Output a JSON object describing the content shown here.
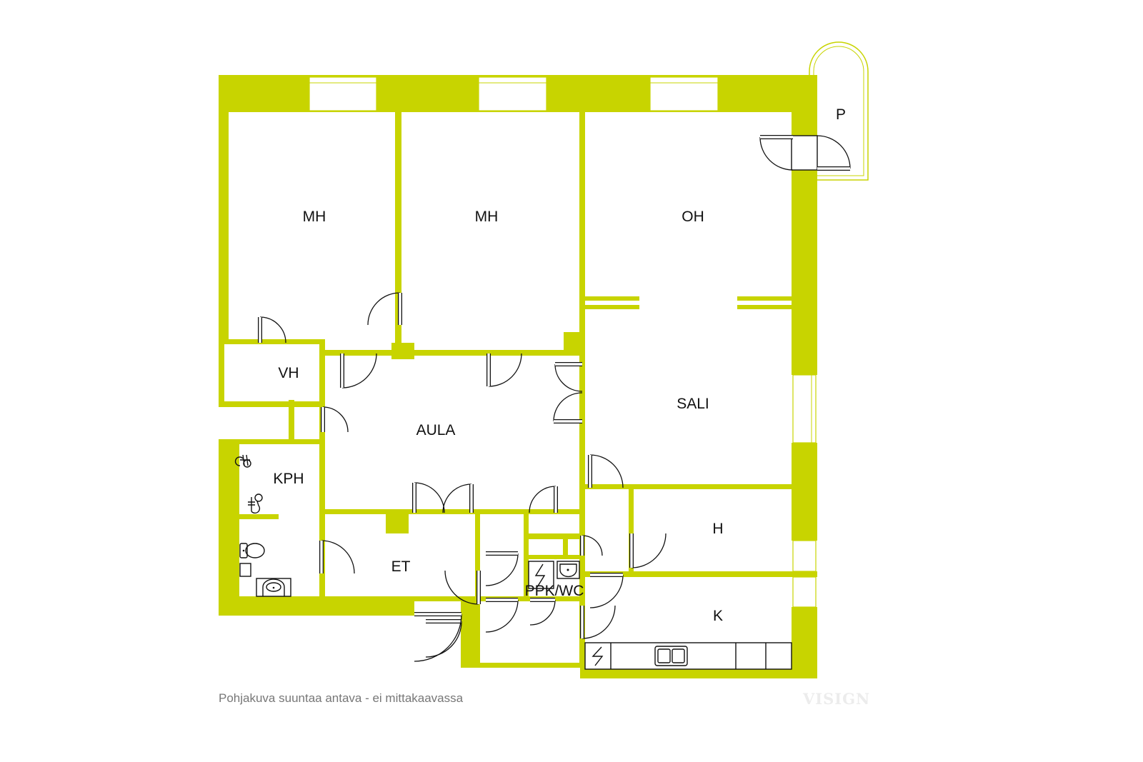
{
  "plan": {
    "wall_color": "#c8d400",
    "rooms": {
      "mh1": "MH",
      "mh2": "MH",
      "oh": "OH",
      "p": "P",
      "vh": "VH",
      "sali": "SALI",
      "aula": "AULA",
      "kph": "KPH",
      "h": "H",
      "et": "ET",
      "ppkwc": "PPK/WC",
      "k": "K"
    }
  },
  "footer": {
    "disclaimer": "Pohjakuva suuntaa antava - ei mittakaavassa",
    "brand": "VISIGN"
  }
}
